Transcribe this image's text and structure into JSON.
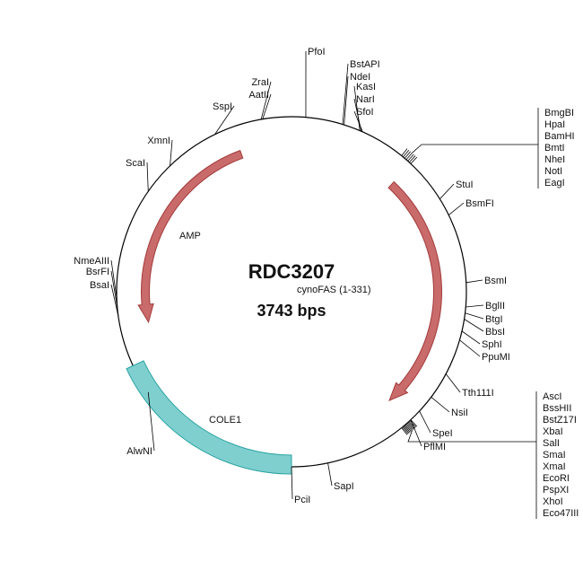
{
  "plasmid": {
    "name": "RDC3207",
    "size": "3743 bps"
  },
  "features": {
    "amp": "AMP",
    "cynofas": "cynoFAS (1-331)",
    "cole1": "COLE1"
  },
  "colors": {
    "arrow": "#c96b6b",
    "arrow_stroke": "#a33a3a",
    "ori": "#7fcfcf",
    "ori_stroke": "#2aa3a3"
  },
  "sites": {
    "pfoi": "PfoI",
    "bstapi": "BstAPI",
    "ndei": "NdeI",
    "kasi": "KasI",
    "nari": "NarI",
    "sfoi": "SfoI",
    "stui": "StuI",
    "bsmfi": "BsmFI",
    "bsmi": "BsmI",
    "bglii": "BglII",
    "btgi": "BtgI",
    "bbsi": "BbsI",
    "sphi": "SphI",
    "ppumi": "PpuMI",
    "tth111i": "Tth111I",
    "nsii": "NsiI",
    "spei": "SpeI",
    "pflmi": "PflMI",
    "sapi": "SapI",
    "pcii": "PciI",
    "alwni": "AlwNI",
    "bsai": "BsaI",
    "bsrfi": "BsrFI",
    "nmeaiii": "NmeAIII",
    "scai": "ScaI",
    "xmni": "XmnI",
    "sspi": "SspI",
    "zrai": "ZraI",
    "aatii": "AatII"
  },
  "cluster1": [
    "BmgBI",
    "HpaI",
    "BamHI",
    "BmtI",
    "NheI",
    "NotI",
    "EagI"
  ],
  "cluster2": [
    "AscI",
    "BssHII",
    "BstZ17I",
    "XbaI",
    "SalI",
    "SmaI",
    "XmaI",
    "EcoRI",
    "PspXI",
    "XhoI",
    "Eco47III"
  ]
}
